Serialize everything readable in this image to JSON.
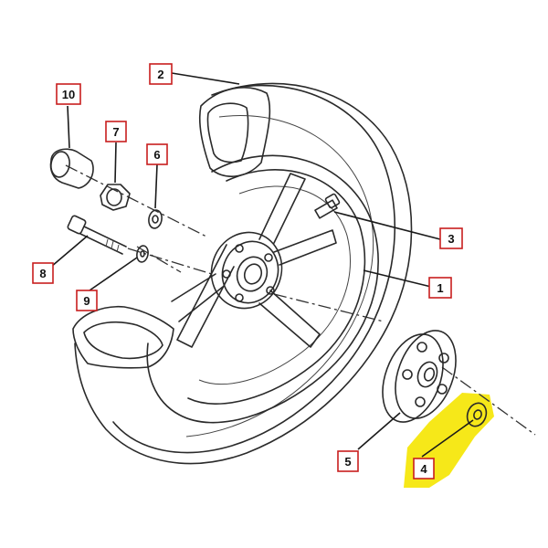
{
  "diagram": {
    "callouts": [
      {
        "id": "1",
        "label": "1"
      },
      {
        "id": "2",
        "label": "2"
      },
      {
        "id": "3",
        "label": "3"
      },
      {
        "id": "4",
        "label": "4",
        "highlighted": true
      },
      {
        "id": "5",
        "label": "5"
      },
      {
        "id": "6",
        "label": "6"
      },
      {
        "id": "7",
        "label": "7"
      },
      {
        "id": "8",
        "label": "8"
      },
      {
        "id": "9",
        "label": "9"
      },
      {
        "id": "10",
        "label": "10"
      }
    ],
    "colors": {
      "callout_border": "#c81e1e",
      "highlight": "#f5e600",
      "line": "#2a2a2a"
    }
  }
}
